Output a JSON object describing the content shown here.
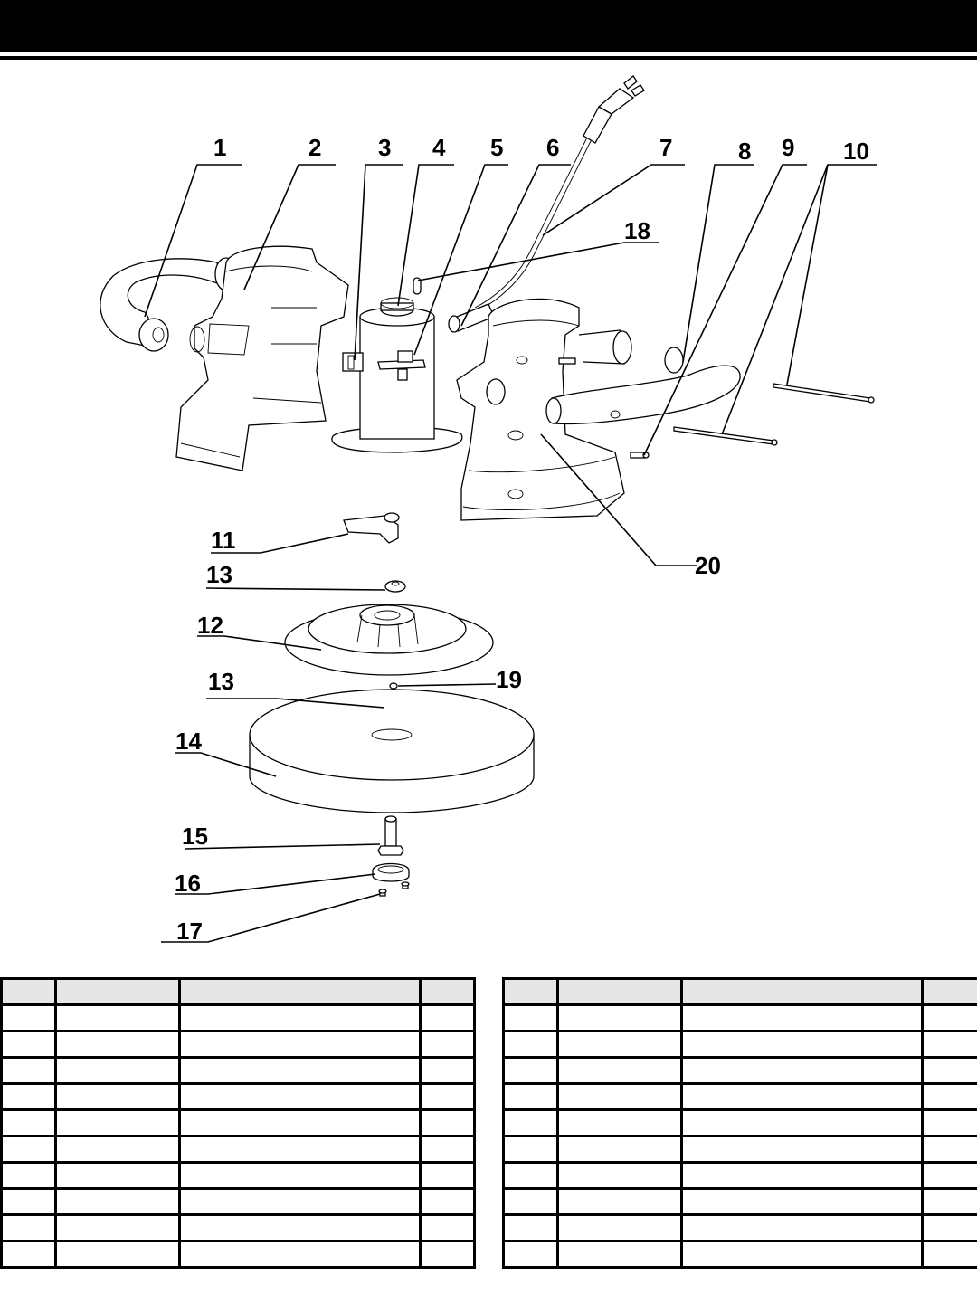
{
  "header": {
    "title": ""
  },
  "diagram": {
    "description": "Exploded parts view of a drywall sander / polisher assembly",
    "callouts": [
      {
        "id": "1",
        "label": "1"
      },
      {
        "id": "2",
        "label": "2"
      },
      {
        "id": "3",
        "label": "3"
      },
      {
        "id": "4",
        "label": "4"
      },
      {
        "id": "5",
        "label": "5"
      },
      {
        "id": "6",
        "label": "6"
      },
      {
        "id": "7",
        "label": "7"
      },
      {
        "id": "8",
        "label": "8"
      },
      {
        "id": "9",
        "label": "9"
      },
      {
        "id": "10",
        "label": "10"
      },
      {
        "id": "11",
        "label": "11"
      },
      {
        "id": "12",
        "label": "12"
      },
      {
        "id": "13a",
        "label": "13"
      },
      {
        "id": "13b",
        "label": "13"
      },
      {
        "id": "14",
        "label": "14"
      },
      {
        "id": "15",
        "label": "15"
      },
      {
        "id": "16",
        "label": "16"
      },
      {
        "id": "17",
        "label": "17"
      },
      {
        "id": "18",
        "label": "18"
      },
      {
        "id": "19",
        "label": "19"
      },
      {
        "id": "20",
        "label": "20"
      }
    ]
  },
  "tables": {
    "left": {
      "headers": [
        "",
        "",
        "",
        ""
      ],
      "rows": [
        [
          "",
          "",
          "",
          ""
        ],
        [
          "",
          "",
          "",
          ""
        ],
        [
          "",
          "",
          "",
          ""
        ],
        [
          "",
          "",
          "",
          ""
        ],
        [
          "",
          "",
          "",
          ""
        ],
        [
          "",
          "",
          "",
          ""
        ],
        [
          "",
          "",
          "",
          ""
        ],
        [
          "",
          "",
          "",
          ""
        ],
        [
          "",
          "",
          "",
          ""
        ],
        [
          "",
          "",
          "",
          ""
        ]
      ]
    },
    "right": {
      "headers": [
        "",
        "",
        "",
        ""
      ],
      "rows": [
        [
          "",
          "",
          "",
          ""
        ],
        [
          "",
          "",
          "",
          ""
        ],
        [
          "",
          "",
          "",
          ""
        ],
        [
          "",
          "",
          "",
          ""
        ],
        [
          "",
          "",
          "",
          ""
        ],
        [
          "",
          "",
          "",
          ""
        ],
        [
          "",
          "",
          "",
          ""
        ],
        [
          "",
          "",
          "",
          ""
        ],
        [
          "",
          "",
          "",
          ""
        ],
        [
          "",
          "",
          "",
          ""
        ]
      ]
    }
  },
  "colors": {
    "header_bar": "#000000",
    "table_header_bg": "#e6e6e6",
    "line": "#000000"
  }
}
